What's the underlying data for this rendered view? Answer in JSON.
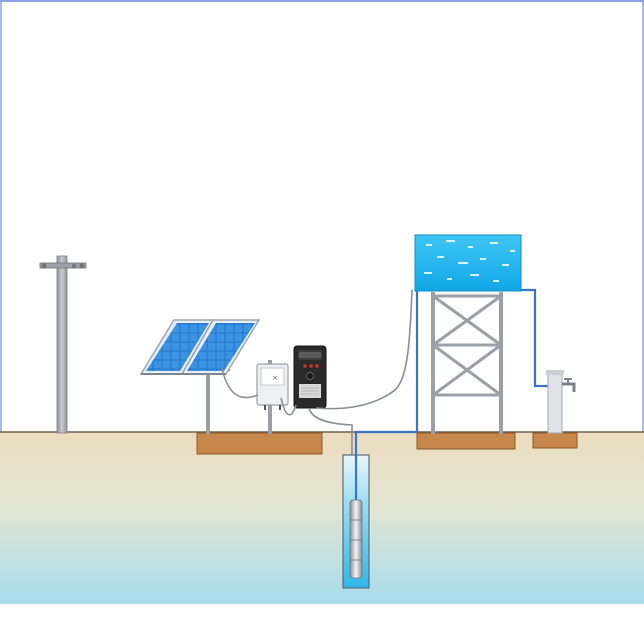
{
  "diagram": {
    "kind": "solar water pumping system",
    "components": [
      {
        "id": "utility-pole",
        "icon": "utility-pole-icon"
      },
      {
        "id": "solar-panels",
        "icon": "solar-panel-icon",
        "count": 2
      },
      {
        "id": "combiner-box",
        "icon": "junction-box-icon"
      },
      {
        "id": "pump-inverter",
        "icon": "inverter-icon"
      },
      {
        "id": "submersible-pump",
        "icon": "pump-icon"
      },
      {
        "id": "water-tower",
        "icon": "water-tank-icon"
      },
      {
        "id": "water-tap",
        "icon": "faucet-icon"
      }
    ],
    "colors": {
      "sky": "#ffffff",
      "frame": "#a9b8e8",
      "ground_top": "#eadcc0",
      "ground_bottom": "#a9dcea",
      "ground_line": "#7a6a55",
      "foundation": "#c8874a",
      "panel_blue": "#2f86d6",
      "water": "#19b6ef",
      "pipe": "#3a73c8",
      "steel": "#9aa0a6",
      "inverter": "#2b2b2b"
    }
  }
}
